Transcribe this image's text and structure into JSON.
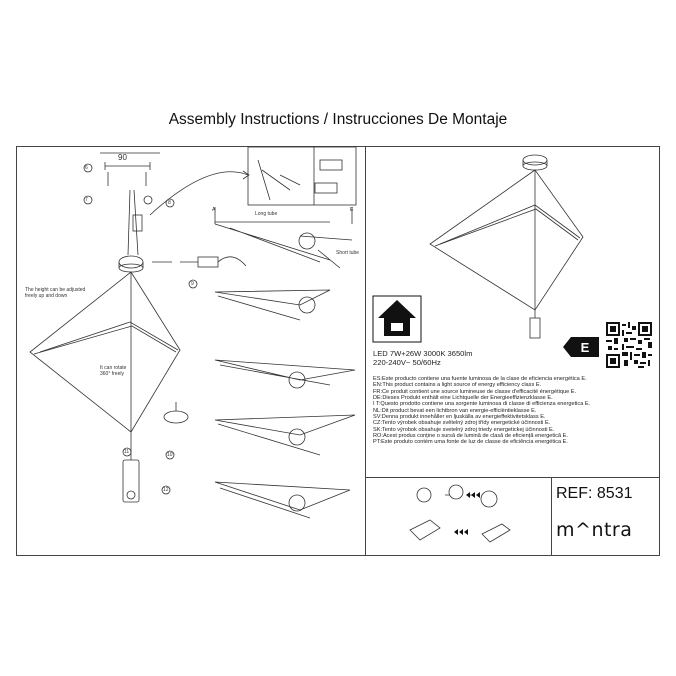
{
  "document": {
    "title": "Assembly Instructions / Instrucciones De Montaje"
  },
  "labels": {
    "dim_90": "90",
    "height_note_line1": "The height can be adjusted",
    "height_note_line2": "freely up and down",
    "rotate_note_line1": "It can rotate",
    "rotate_note_line2": "360° freely",
    "long_tube": "Long tube",
    "short_tube": "Short tube",
    "step_6": "6",
    "step_7": "7",
    "step_8": "8",
    "step_9": "9",
    "step_10": "10",
    "step_11": "11",
    "step_12": "12",
    "letter_a": "A",
    "letter_e": "E"
  },
  "specs": {
    "line1": "LED 7W+26W 3000K 3650lm",
    "line2": "220-240V~ 50/60Hz"
  },
  "energy_class": "E",
  "energy_statements": [
    "ES:Este producto contiene una fuente luminosa de la clase de eficiencia energética E.",
    "EN:This product contains a light source of energy efficiency class E.",
    "FR:Ce produit contient une source lumineuse de classe d'efficacité énergétique E.",
    "DE:Dieses Produkt enthält eine Lichtquelle der Energieeffizienzklasse E.",
    "I T:Questo prodotto contiene una sorgente luminosa di classe di efficienza energetica E.",
    "NL:Dit product bevat een lichtbron van energie-efficiëntieklasse E.",
    "SV:Denna produkt innehåller en ljuskälla av energieffektivitetsklass E.",
    "CZ:Tento výrobek obsahuje světelný zdroj třídy energetické účinnosti E.",
    "SK:Tento výrobok obsahuje svetelný zdroj triedy energetickej účinnosti E.",
    "RO:Acest produs conține o sursă de lumină de clasă de eficiență energetică E.",
    "PT:Este produto contém uma fonte de luz de classe de eficiência energética E."
  ],
  "reference": "REF: 8531",
  "brand": {
    "left": "m",
    "accent": "^",
    "right": "ntra",
    "accent_color": "#111111"
  },
  "icons": [
    "qr-code-icon",
    "class-ii-insulation-icon",
    "led-icon",
    "driver-icon"
  ]
}
